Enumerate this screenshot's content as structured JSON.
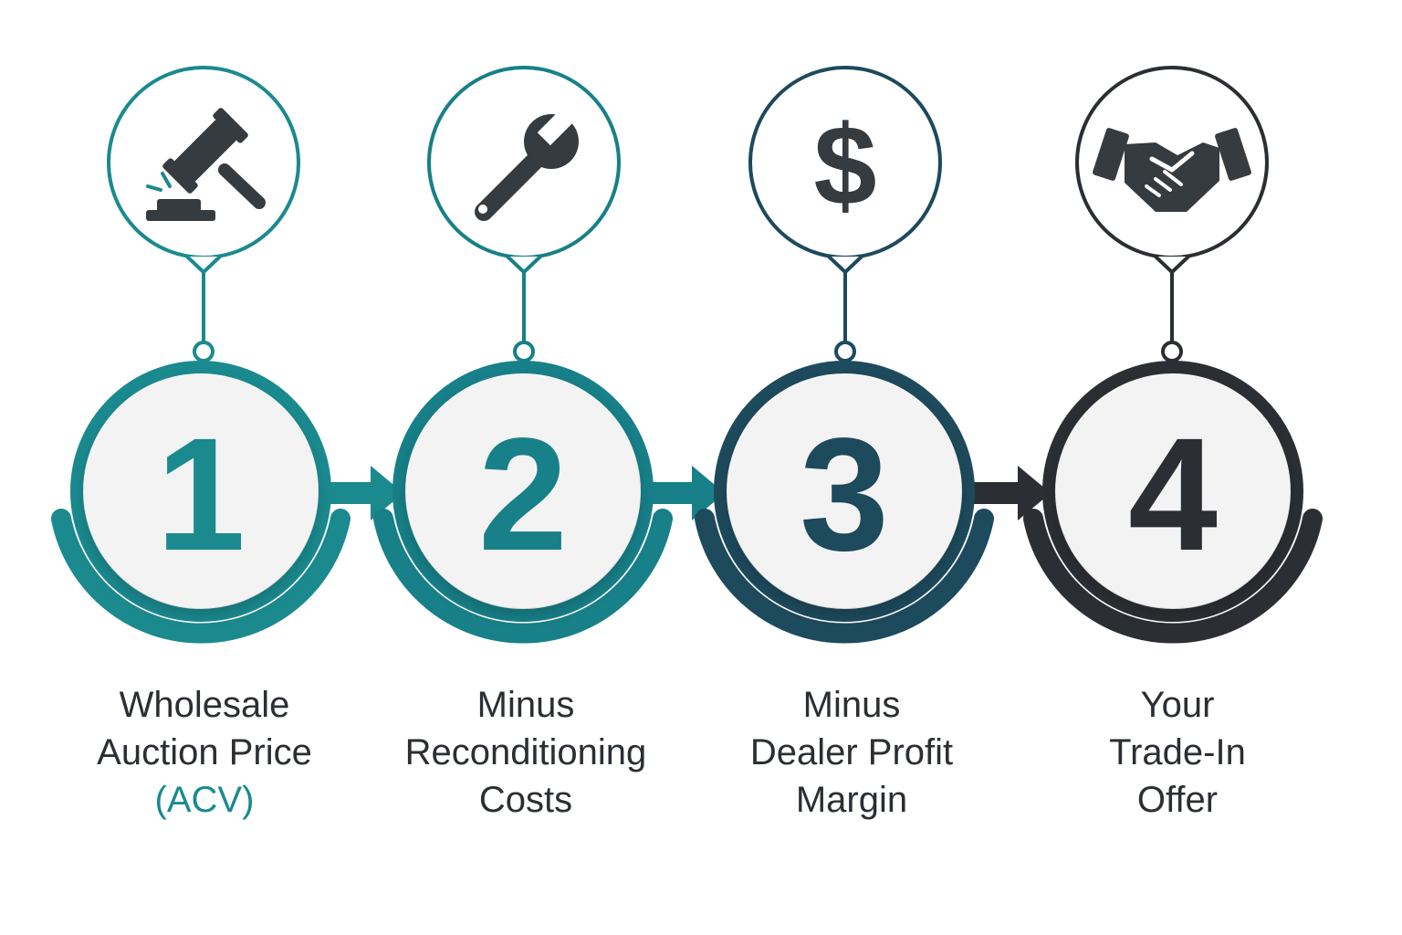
{
  "colors": {
    "step1": "#1a8a8f",
    "step2": "#178088",
    "step3": "#1d4a5c",
    "step4": "#2b2f33",
    "label_text": "#2b2f33",
    "highlight_text": "#1a8a8f",
    "icon_fill": "#363b40",
    "disc_fill": "#f3f3f3"
  },
  "steps": [
    {
      "number": "1",
      "icon": "gavel-icon",
      "label_lines": [
        "Wholesale",
        "Auction Price"
      ],
      "label_highlight": "(ACV)"
    },
    {
      "number": "2",
      "icon": "wrench-icon",
      "label_lines": [
        "Minus",
        "Reconditioning",
        "Costs"
      ]
    },
    {
      "number": "3",
      "icon": "dollar-icon",
      "icon_text": "$",
      "label_lines": [
        "Minus",
        "Dealer Profit",
        "Margin"
      ]
    },
    {
      "number": "4",
      "icon": "handshake-icon",
      "label_lines": [
        "Your",
        "Trade-In",
        "Offer"
      ]
    }
  ]
}
